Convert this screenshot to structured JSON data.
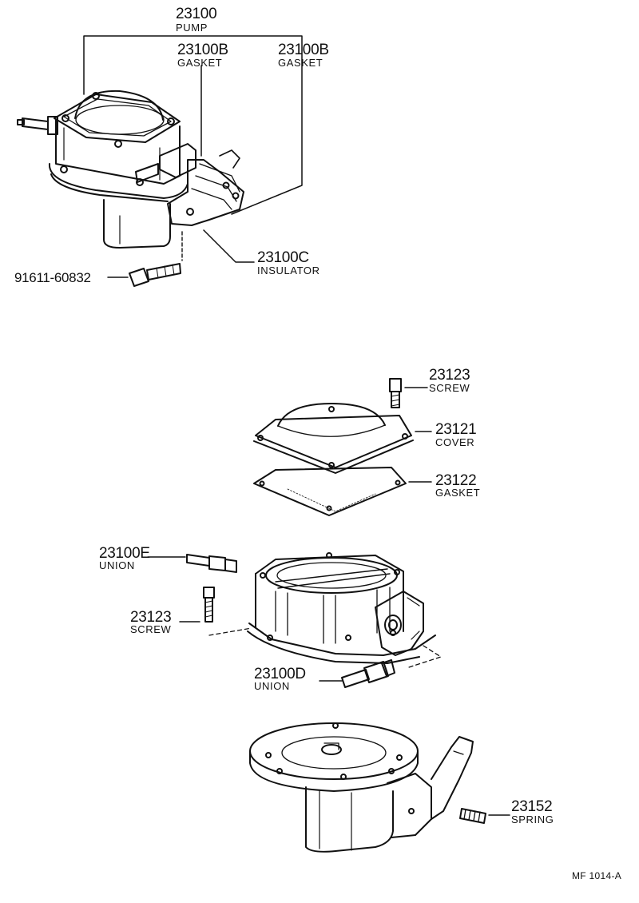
{
  "parts": {
    "pump": {
      "number": "23100",
      "name": "PUMP"
    },
    "gasket_left": {
      "number": "23100B",
      "name": "GASKET"
    },
    "gasket_right": {
      "number": "23100B",
      "name": "GASKET"
    },
    "insulator": {
      "number": "23100C",
      "name": "INSULATOR"
    },
    "bolt": {
      "number": "91611-60832"
    },
    "screw_top": {
      "number": "23123",
      "name": "SCREW"
    },
    "cover": {
      "number": "23121",
      "name": "COVER"
    },
    "gasket_cover": {
      "number": "23122",
      "name": "GASKET"
    },
    "union_e": {
      "number": "23100E",
      "name": "UNION"
    },
    "screw_side": {
      "number": "23123",
      "name": "SCREW"
    },
    "union_d": {
      "number": "23100D",
      "name": "UNION"
    },
    "spring": {
      "number": "23152",
      "name": "SPRING"
    }
  },
  "figure_code": "MF 1014-A"
}
